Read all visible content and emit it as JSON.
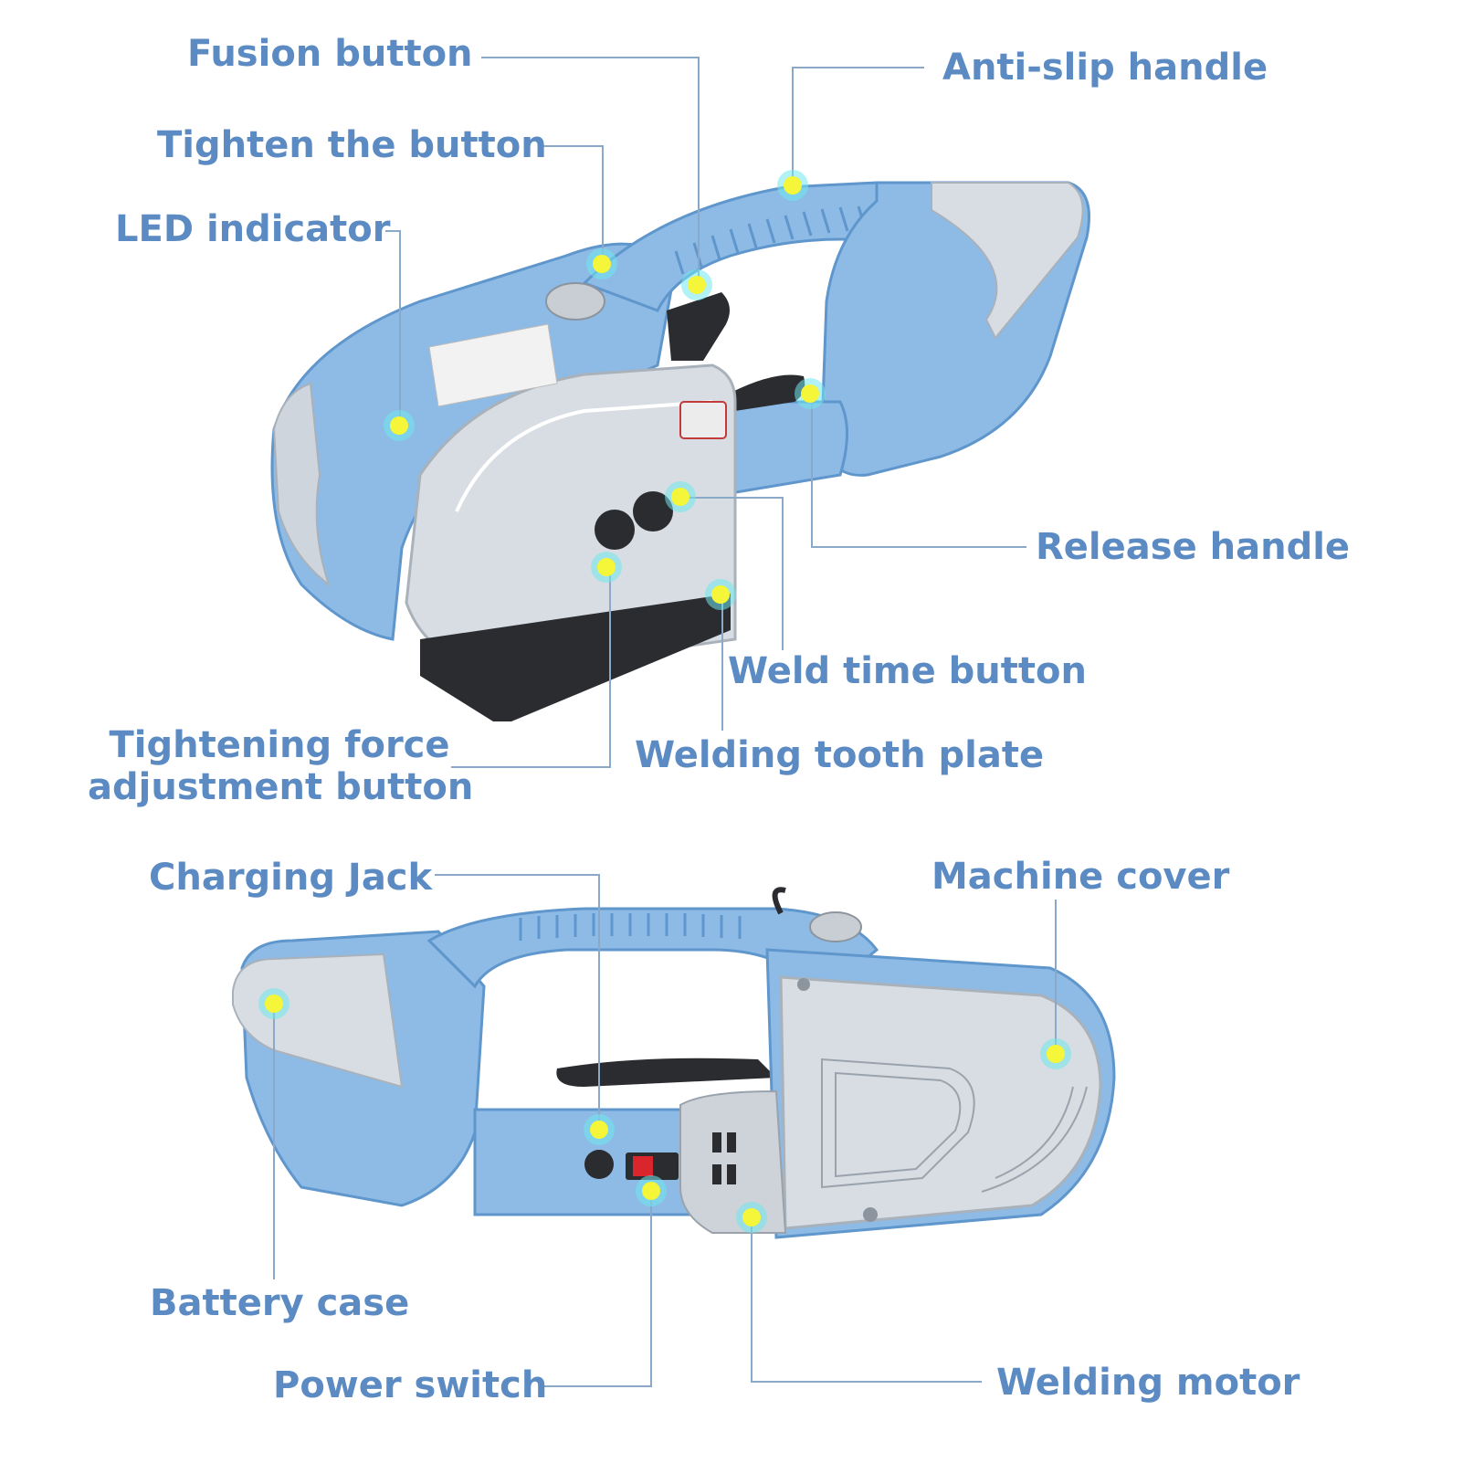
{
  "colors": {
    "label": "#5b8bc2",
    "leader_line": "#8aa9c8",
    "body_blue": "#8dbbe6",
    "body_blue_dark": "#5f96cc",
    "metal_silver": "#d8dde3",
    "metal_silver_dark": "#a9b1ba",
    "black_part": "#2a2c30",
    "marker_core": "#f5f53a",
    "marker_glow": "#6fe7ec",
    "switch_red": "#d8262c"
  },
  "icons": [
    "strapping-machine-photo",
    "callout-marker-dot"
  ],
  "labels": {
    "fusion_button": "Fusion button",
    "tighten_button": "Tighten the button",
    "led_indicator": "LED indicator",
    "anti_slip_handle": "Anti-slip handle",
    "release_handle": "Release handle",
    "weld_time_button": "Weld time button",
    "welding_tooth_plate": "Welding tooth plate",
    "tightening_force_line1": "Tightening force",
    "tightening_force_line2": "adjustment button",
    "charging_jack": "Charging Jack",
    "machine_cover": "Machine cover",
    "battery_case": "Battery case",
    "power_switch": "Power switch",
    "welding_motor": "Welding motor"
  }
}
